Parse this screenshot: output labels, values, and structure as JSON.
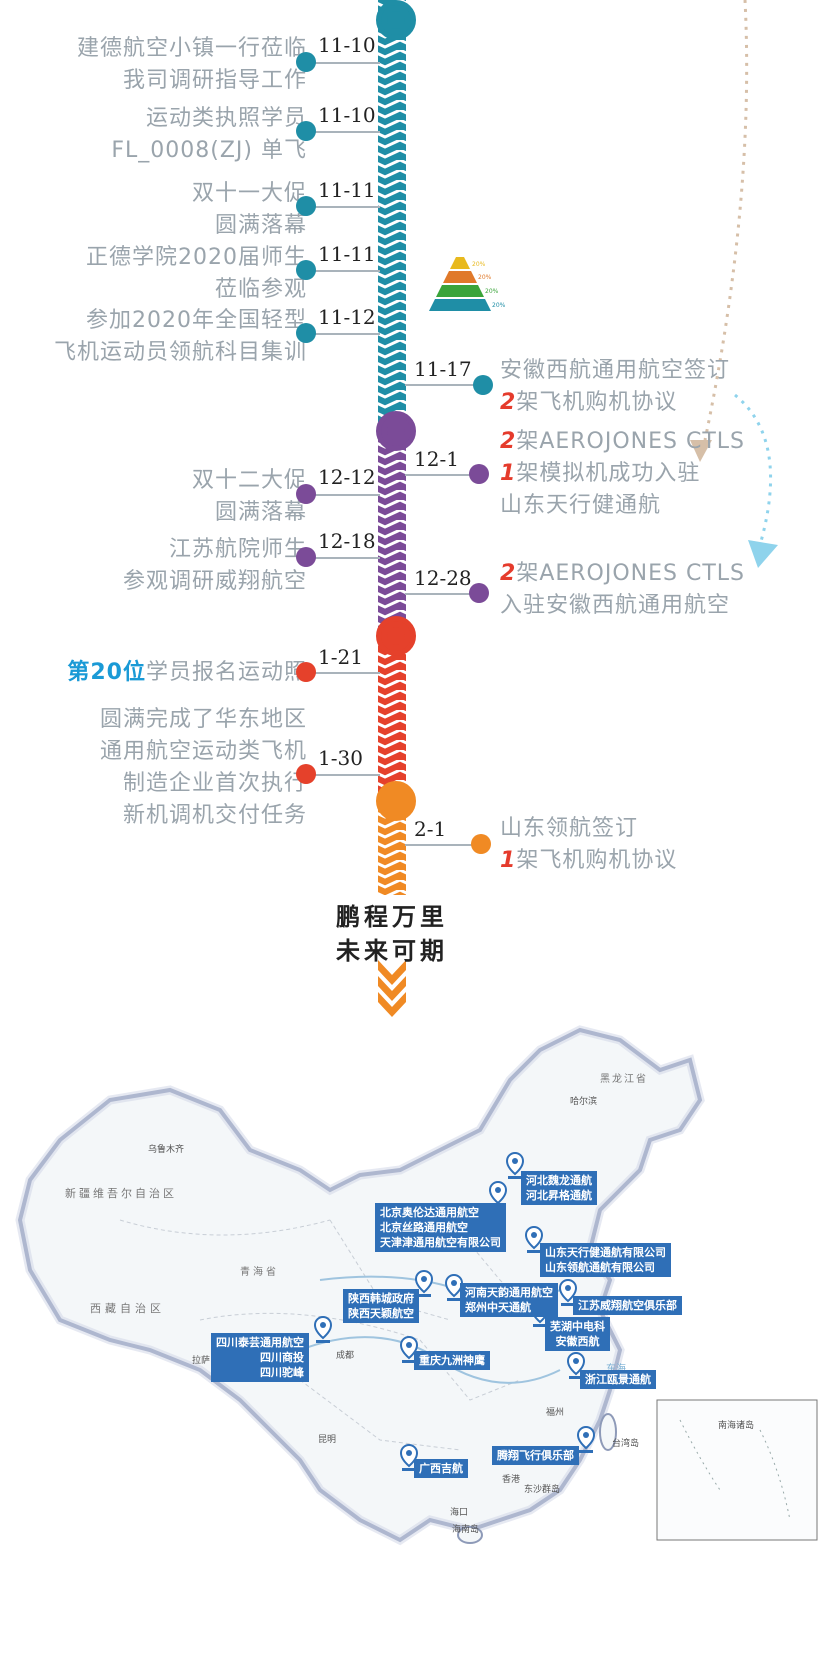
{
  "events": [
    {
      "side": "l",
      "lines": [
        "建德航空小镇一行莅临",
        "我司调研指导工作"
      ],
      "date": "11-10",
      "color": "#1f8ea6"
    },
    {
      "side": "l",
      "lines": [
        "运动类执照学员",
        "FL_0008(ZJ) 单飞"
      ],
      "date": "11-10",
      "color": "#1f8ea6"
    },
    {
      "side": "l",
      "lines": [
        "双十一大促",
        "圆满落幕"
      ],
      "date": "11-11",
      "color": "#1f8ea6"
    },
    {
      "side": "l",
      "lines": [
        "正德学院2020届师生",
        "莅临参观"
      ],
      "date": "11-11",
      "color": "#1f8ea6"
    },
    {
      "side": "l",
      "lines": [
        "参加2020年全国轻型",
        "飞机运动员领航科目集训"
      ],
      "date": "11-12",
      "color": "#1f8ea6"
    },
    {
      "side": "r",
      "prefix": "",
      "lines": [
        "安徽西航通用航空签订"
      ],
      "line2prefix": "2",
      "line2": "架飞机购机协议",
      "date": "11-17",
      "color": "#1f8ea6"
    },
    {
      "side": "r",
      "line1prefix": "2",
      "line1": "架AEROJONES CTLS",
      "line2prefix": "1",
      "line2": "架模拟机成功入驻",
      "line3": "山东天行健通航",
      "date": "12-1",
      "color": "#7b4b98"
    },
    {
      "side": "l",
      "lines": [
        "双十二大促",
        "圆满落幕"
      ],
      "date": "12-12",
      "color": "#7b4b98"
    },
    {
      "side": "l",
      "lines": [
        "江苏航院师生",
        "参观调研威翔航空"
      ],
      "date": "12-18",
      "color": "#7b4b98"
    },
    {
      "side": "r",
      "line1prefix": "2",
      "line1": "架AEROJONES CTLS",
      "line2": "入驻安徽西航通用航空",
      "date": "12-28",
      "color": "#7b4b98"
    },
    {
      "side": "l",
      "blue": "第20位",
      "rest": "学员报名运动照",
      "date": "1-21",
      "color": "#e5412b"
    },
    {
      "side": "l",
      "lines": [
        "圆满完成了华东地区",
        "通用航空运动类飞机",
        "制造企业首次执行",
        "新机调机交付任务"
      ],
      "date": "1-30",
      "color": "#e5412b"
    },
    {
      "side": "r",
      "line1": "山东领航签订",
      "line2prefix": "1",
      "line2": "架飞机购机协议",
      "date": "2-1",
      "color": "#f08a24"
    }
  ],
  "slogan": {
    "line1": "鹏程万里",
    "line2": "未来可期"
  },
  "pyramid": {
    "labels": [
      "20%",
      "20%",
      "20%",
      "20%"
    ],
    "colors": [
      "#e8b91e",
      "#e0792a",
      "#3aa43a",
      "#1f8ea6"
    ]
  },
  "map_labels": {
    "hebei": [
      "河北魏龙通航",
      "河北昇格通航"
    ],
    "beijing": [
      "北京奥伦达通用航空",
      "北京丝路通用航空",
      "天津津通用航空有限公司"
    ],
    "shandong": [
      "山东天行健通航有限公司",
      "山东领航通航有限公司"
    ],
    "shaanxi": [
      "陕西韩城政府",
      "陕西天颖航空"
    ],
    "henan": [
      "河南天韵通用航空",
      "郑州中天通航"
    ],
    "jiangsu": [
      "江苏威翔航空俱乐部"
    ],
    "sichuan": [
      "四川泰芸通用航空",
      "四川商投",
      "四川驼峰"
    ],
    "anhui": [
      "芜湖中电科",
      "安徽西航"
    ],
    "chongqing": [
      "重庆九洲神鹰"
    ],
    "zhejiang": [
      "浙江瓯景通航"
    ],
    "guangxi": [
      "广西吉航"
    ],
    "fujian": [
      "腾翔飞行俱乐部"
    ]
  },
  "map_places": {
    "urumqi": "乌鲁木齐",
    "xinjiang": "新疆维吾尔自治区",
    "xizang": "西藏自治区",
    "qinghai": "青海省",
    "harbin": "哈尔滨",
    "heilongjiang": "黑龙江省",
    "chengdu": "成都",
    "lhasa": "拉萨",
    "kunming": "昆明",
    "fuzhou": "福州",
    "taiwan": "台湾岛",
    "haikou": "海口",
    "hainan": "海南岛",
    "dongsha": "东沙群岛",
    "hongkong": "香港",
    "donghai": "东海",
    "nanhai_inset": "南海诸岛"
  }
}
